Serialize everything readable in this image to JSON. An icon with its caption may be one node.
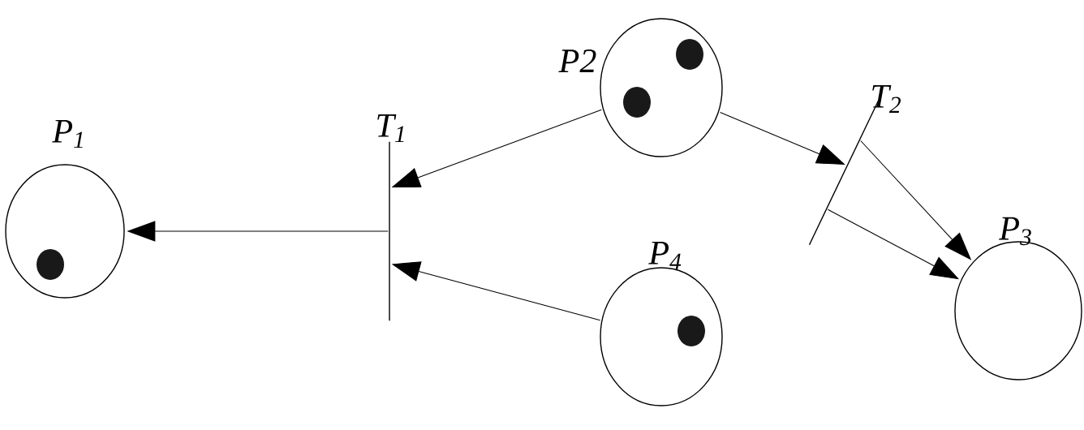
{
  "diagram": {
    "nodes": [
      {
        "text": [
          "P$_{1}$"
        ]
      },
      {
        "text": [
          "T$_{1}$"
        ]
      },
      {
        "text": [
          "P2"
        ]
      },
      {
        "text": [
          "T$_{2}$"
        ]
      },
      {
        "text": [
          "P$_{3}$"
        ]
      },
      {
        "text": [
          "P$_{4}$"
        ]
      }
    ],
    "edges": [
      {
        "from": 1,
        "to": 0,
        "arrow": "to"
      },
      {
        "from": 2,
        "to": 1,
        "arrow": "to"
      },
      {
        "from": 5,
        "to": 1,
        "arrow": "to"
      },
      {
        "from": 2,
        "to": 3,
        "arrow": "to"
      },
      {
        "from": 3,
        "to": 4,
        "arrow": "to"
      },
      {
        "from": 3,
        "to": 4,
        "arrow": "to"
      }
    ]
  }
}
